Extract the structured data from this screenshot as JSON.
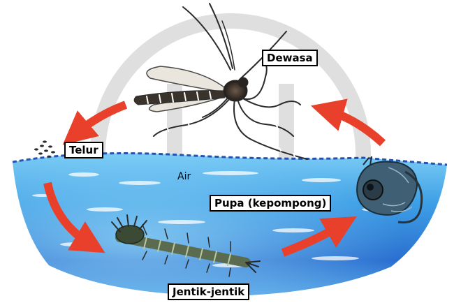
{
  "labels": {
    "adult": "Dewasa",
    "egg": "Telur",
    "water": "Air",
    "pupa": "Pupa (kepompong)",
    "larva": "Jentik-jentik"
  },
  "colors": {
    "arrow": "#e8402a",
    "water_light": "#8fd3f2",
    "water_mid": "#3a9be0",
    "water_dark": "#1d4fb8",
    "insect": "#3a3a3a",
    "watermark": "#d8d8d8"
  }
}
